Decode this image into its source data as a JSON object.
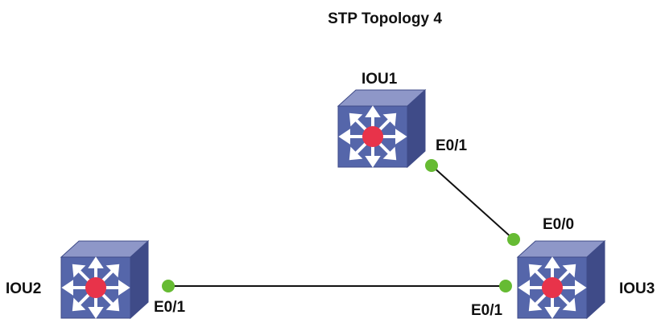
{
  "title": "STP Topology 4",
  "colors": {
    "switch_front": "#5566aa",
    "switch_top": "#8e97c8",
    "switch_side": "#3f4b88",
    "switch_center": "#e8334a",
    "port_dot": "#66bb33",
    "link": "#111111"
  },
  "devices": [
    {
      "id": "IOU1",
      "label": "IOU1",
      "icon": "layer3-switch-icon"
    },
    {
      "id": "IOU2",
      "label": "IOU2",
      "icon": "layer3-switch-icon"
    },
    {
      "id": "IOU3",
      "label": "IOU3",
      "icon": "layer3-switch-icon"
    }
  ],
  "links": [
    {
      "from": "IOU1",
      "from_port": "E0/1",
      "to": "IOU3",
      "to_port": "E0/0"
    },
    {
      "from": "IOU2",
      "from_port": "E0/1",
      "to": "IOU3",
      "to_port": "E0/1"
    }
  ]
}
